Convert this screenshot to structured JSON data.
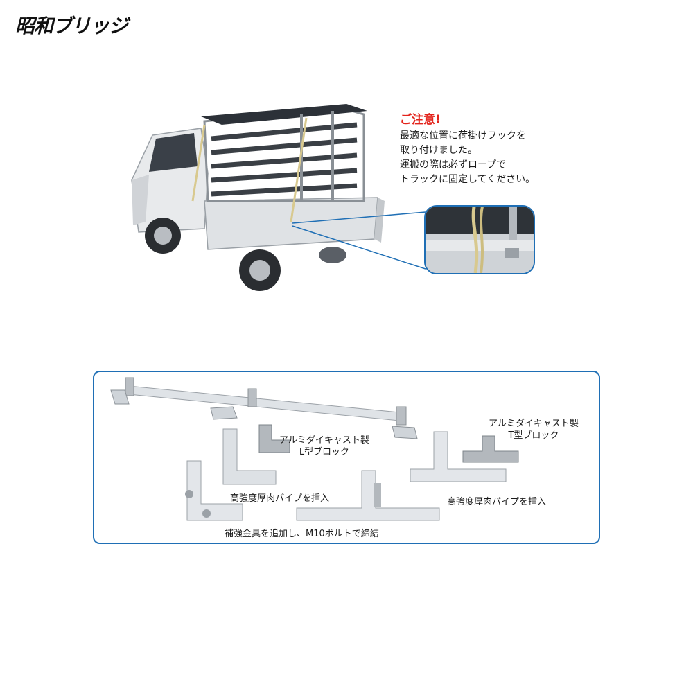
{
  "brand": {
    "name": "昭和ブリッジ"
  },
  "caution": {
    "title": "ご注意!",
    "lines": [
      "最適な位置に荷掛けフックを",
      "取り付けました。",
      "運搬の際は必ずロープで",
      "トラックに固定してください。"
    ]
  },
  "parts": {
    "l_block": {
      "line1": "アルミダイキャスト製",
      "line2": "L型ブロック"
    },
    "t_block": {
      "line1": "アルミダイキャスト製",
      "line2": "T型ブロック"
    },
    "pipe_left": "高強度厚肉パイプを挿入",
    "pipe_right": "高強度厚肉パイプを挿入",
    "reinforce": "補強金具を追加し、M10ボルトで締結"
  },
  "colors": {
    "accent_blue": "#1f6fb5",
    "caution_red": "#e3231b"
  }
}
